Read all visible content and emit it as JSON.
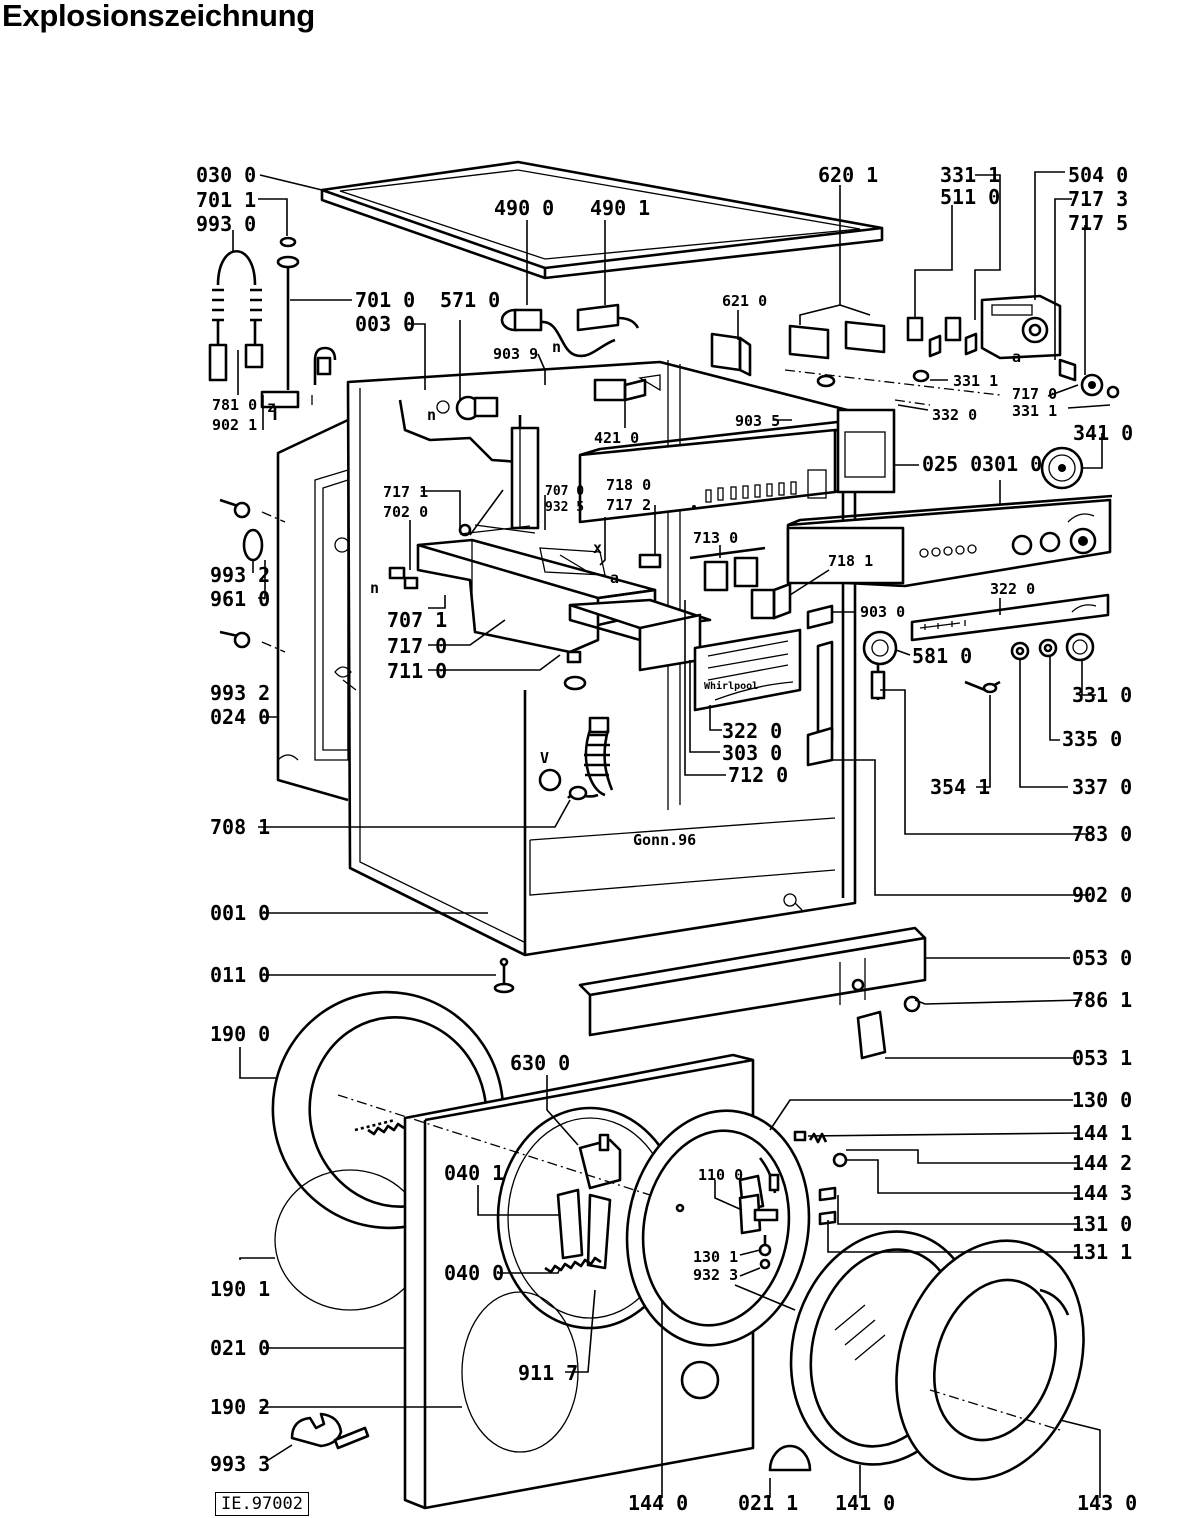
{
  "title": "Explosionszeichnung",
  "document_id": "IE.97002",
  "parts": {
    "p030_0": "030 0",
    "p701_1": "701 1",
    "p993_0": "993 0",
    "p701_0": "701 0",
    "p003_0": "003 0",
    "p571_0": "571 0",
    "p490_0": "490 0",
    "p490_1": "490 1",
    "p903_9": "903 9",
    "p621_0": "621 0",
    "p620_1": "620 1",
    "p331_1a": "331 1",
    "p511_0": "511 0",
    "p504_0": "504 0",
    "p717_3": "717 3",
    "p717_5": "717 5",
    "p331_1b": "331 1",
    "p332_0": "332 0",
    "p717_0a": "717 0",
    "p331_1c": "331 1",
    "p781_0": "781 0",
    "p902_1": "902 1",
    "p421_0": "421 0",
    "p903_5": "903 5",
    "p341_0": "341 0",
    "p025_0": "025 0",
    "p301_0": "301 0",
    "p717_1": "717 1",
    "p702_0": "702 0",
    "p707_0": "707 0",
    "p932_5": "932 5",
    "p718_0": "718 0",
    "p717_2": "717 2",
    "p713_0": "713 0",
    "p718_1": "718 1",
    "p993_2a": "993 2",
    "p961_0": "961 0",
    "p707_1": "707 1",
    "p717_0b": "717 0",
    "p711_0": "711 0",
    "p903_0": "903 0",
    "p322_0a": "322 0",
    "p581_0": "581 0",
    "p993_2b": "993 2",
    "p331_0": "331 0",
    "p024_0": "024 0",
    "p322_0b": "322 0",
    "p303_0": "303 0",
    "p335_0": "335 0",
    "p712_0": "712 0",
    "p354_1": "354 1",
    "p337_0": "337 0",
    "p708_1": "708 1",
    "p783_0": "783 0",
    "p902_0": "902 0",
    "p001_0": "001 0",
    "p053_0": "053 0",
    "p011_0": "011 0",
    "p786_1": "786 1",
    "p190_0": "190 0",
    "p630_0": "630 0",
    "p053_1": "053 1",
    "p130_0": "130 0",
    "p144_1": "144 1",
    "p040_1": "040 1",
    "p110_0": "110 0",
    "p144_2": "144 2",
    "p144_3": "144 3",
    "p131_0": "131 0",
    "p130_1": "130 1",
    "p131_1": "131 1",
    "p932_3": "932 3",
    "p190_1": "190 1",
    "p040_0": "040 0",
    "p021_0": "021 0",
    "p911_7": "911 7",
    "p190_2": "190 2",
    "p993_3": "993 3",
    "p144_0": "144 0",
    "p021_1": "021 1",
    "p141_0": "141 0",
    "p143_0": "143 0"
  },
  "markings": {
    "n1": "n",
    "n2": "n",
    "z": "z",
    "x": "x",
    "v": "V",
    "a1": "a",
    "a2": "a",
    "brand": "Whirlpool",
    "stamp": "Gonn.96"
  }
}
